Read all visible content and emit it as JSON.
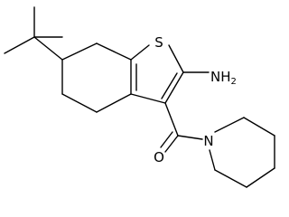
{
  "molecule": {
    "atoms": {
      "sulfur": "S",
      "amine": "NH",
      "amine_subscript": "2",
      "carbonyl_oxygen": "O",
      "piperidine_nitrogen": "N"
    }
  },
  "colors": {
    "bond": "#000000",
    "label": "#000000",
    "background": "#ffffff"
  }
}
